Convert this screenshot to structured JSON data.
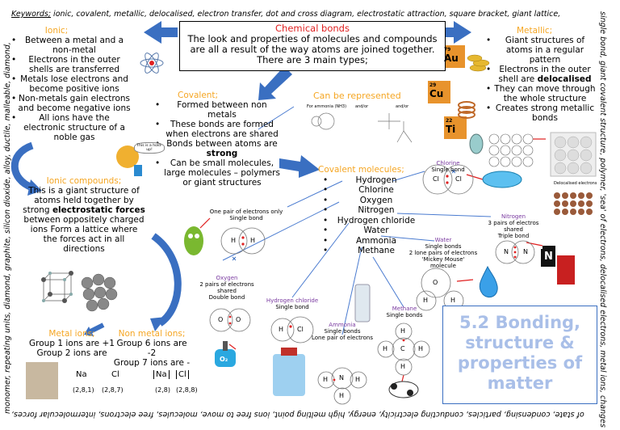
{
  "keywords": {
    "label": "Keywords;",
    "text": "  ionic, covalent, metallic, delocalised, electron transfer, dot and cross diagram, electrostatic attraction, square bracket, giant lattice,"
  },
  "margins": {
    "right": "single bond, giant covalent structure, polymer, 'sea' of electrons, delocalised electrons, metal ions, changes",
    "left": "monomer, repeating units, diamond, graphite, silicon dioxide, alloy, ductile, malleable, diamond,",
    "bottom": "of state, condensing, particles, conducting electricity, energy, high melting point, ions free to move, molecules, free electrons, intermolecular forces,"
  },
  "center_box": {
    "title": "Chemical bonds",
    "body": "The look and properties of molecules and compounds are all a result of the way atoms are joined together.  There are 3 main types;"
  },
  "ionic": {
    "title": "Ionic;",
    "points": [
      "Between a metal and a non-metal",
      "Electrons in the outer shells are transferred",
      "Metals lose electrons and become positive ions",
      "Non-metals gain electrons and become negative ions",
      "All ions have the electronic structure of a noble gas"
    ]
  },
  "ionic_compounds": {
    "title": "Ionic compounds;",
    "text_a": "This is a giant structure of atoms held together by strong ",
    "bold": "electrostatic forces",
    "text_b": " between oppositely charged ions Form a lattice where the forces act in all directions"
  },
  "metal_ions": {
    "title": "Metal ions;",
    "l1": "Group 1 ions are +1",
    "l2": "Group 2 ions are"
  },
  "nonmetal_ions": {
    "title": "Non metal ions;",
    "l1": "Group 6 ions are -2",
    "l2": "Group 7 ions are -"
  },
  "ion_diagram": {
    "na": "Na",
    "cl": "Cl",
    "na2": "Na",
    "cl2": "Cl",
    "c1": "(2,8,1)",
    "c2": "(2,8,7)",
    "c3": "(2,8)",
    "c4": "(2,8,8)"
  },
  "covalent": {
    "title": "Covalent;",
    "points": [
      "Formed between non metals",
      "These bonds are formed when electrons are shared",
      "Bonds between atoms are strong",
      "Can be small molecules, large molecules – polymers or giant structures"
    ],
    "strong_word": "strong"
  },
  "can_be_represented": {
    "title": "Can be represented",
    "labels": [
      "For ammonia (NH3)",
      "and/or",
      "and/or"
    ]
  },
  "covalent_molecules": {
    "title": "Covalent molecules;",
    "items": [
      "Hydrogen",
      "Chlorine",
      "Oxygen",
      "Nitrogen",
      "Hydrogen chloride",
      "Water",
      "Ammonia",
      "Methane"
    ]
  },
  "metallic": {
    "title": "Metallic;",
    "points": [
      "Giant structures of atoms in a regular pattern",
      "Electrons in the outer shell are delocalised",
      "They can move through the whole structure",
      "Creates strong metallic bonds"
    ],
    "delocalised_word": "delocalised",
    "diagram_caption": "Delocalised electrons"
  },
  "element_tiles": [
    {
      "symbol": "Au",
      "number": "79"
    },
    {
      "symbol": "Cu",
      "number": "29"
    },
    {
      "symbol": "Ti",
      "number": "22"
    }
  ],
  "molecules": {
    "hydrogen": {
      "caption": "One pair of electrons only",
      "bond": "Single bond",
      "atom": "H"
    },
    "chlorine": {
      "title": "Chlorine",
      "bond": "Single bond",
      "atom": "Cl"
    },
    "nitrogen": {
      "title": "Nitrogen",
      "l1": "3 pairs of electros",
      "l2": "shared",
      "bond": "Triple bond",
      "atom": "N"
    },
    "water": {
      "title": "Water",
      "l1": "Single bonds",
      "l2": "2 lone pairs of electrons",
      "l3": "'Mickey Mouse'",
      "l4": "molecule",
      "o": "O",
      "h": "H"
    },
    "oxygen": {
      "title": "Oxygen",
      "l1": "2 pairs of electrons",
      "l2": "shared",
      "bond": "Double bond",
      "atom": "O"
    },
    "hcl": {
      "title": "Hydrogen chloride",
      "bond": "Single bond",
      "h": "H",
      "cl": "Cl"
    },
    "ammonia": {
      "title": "Ammonia",
      "l1": "Single bonds",
      "l2": "Lone pair of electrons",
      "n": "N",
      "h": "H"
    },
    "methane": {
      "title": "Methane",
      "bond": "Single bonds",
      "c": "C",
      "h": "H"
    }
  },
  "bottle_label": "O₂",
  "nitrogen_tile": "N",
  "title_box": {
    "line1": "5.2 Bonding,",
    "line2": "structure &",
    "line3": "properties of",
    "line4": "matter"
  },
  "comic_text": "This is a hold-up!",
  "colors": {
    "arrow": "#3a6fc1",
    "title_box_border": "#3a6fc1",
    "title_text": "#a9bfe8",
    "heading_orange": "#f5a623",
    "heading_purple": "#7a3aa0",
    "red": "#e02020"
  }
}
